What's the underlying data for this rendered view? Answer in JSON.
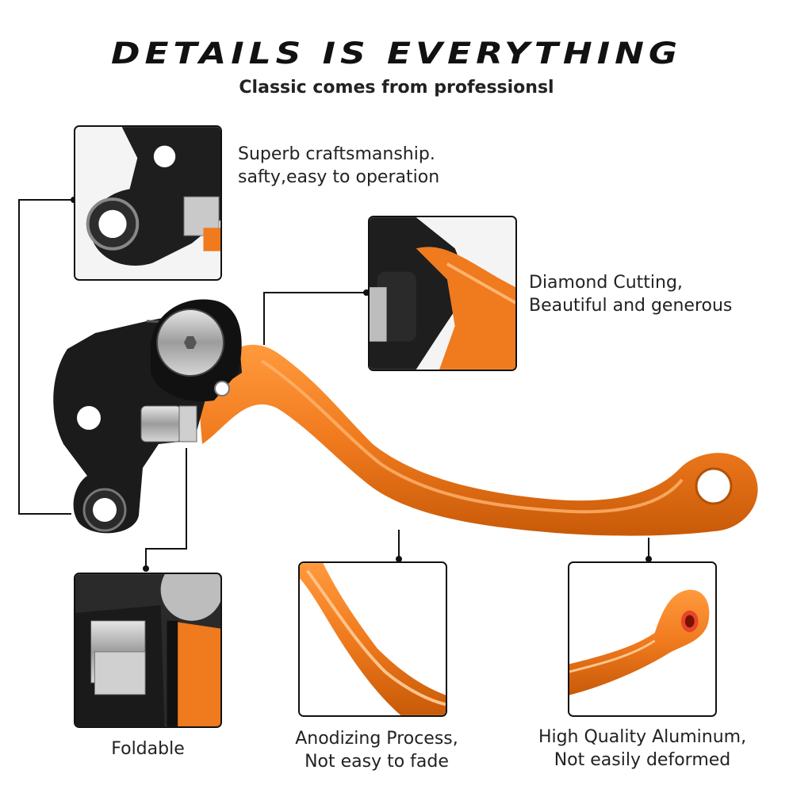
{
  "header": {
    "title": "DETAILS IS EVERYTHING",
    "subtitle": "Classic comes from professionsl"
  },
  "callouts": {
    "craftsmanship": [
      "Superb craftsmanship.",
      "safty,easy to operation"
    ],
    "diamond": [
      "Diamond Cutting,",
      "Beautiful and generous"
    ],
    "foldable": "Foldable",
    "anodizing": [
      "Anodizing Process,",
      "Not easy to fade"
    ],
    "aluminum": [
      "High Quality Aluminum,",
      "Not easily deformed"
    ]
  },
  "colors": {
    "accent_orange": "#f07a1e",
    "body_black": "#1b1b1b",
    "steel": "#b9b9b9"
  },
  "icons": [
    "lever-illustration",
    "callout-dot"
  ]
}
